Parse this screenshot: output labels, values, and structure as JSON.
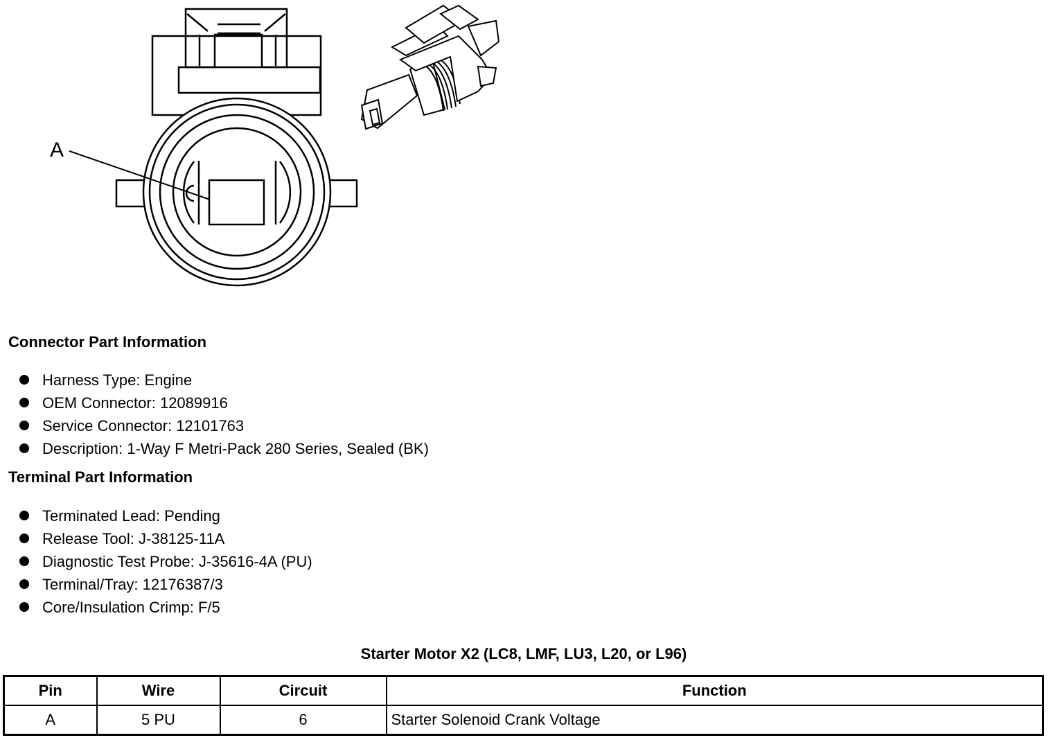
{
  "diagram": {
    "callout_label": "A"
  },
  "connector_section": {
    "heading": "Connector Part Information",
    "items": [
      "Harness Type: Engine",
      "OEM Connector: 12089916",
      "Service Connector: 12101763",
      "Description: 1-Way F Metri-Pack 280 Series, Sealed (BK)"
    ]
  },
  "terminal_section": {
    "heading": "Terminal Part Information",
    "items": [
      "Terminated Lead: Pending",
      "Release Tool: J-38125-11A",
      "Diagnostic Test Probe: J-35616-4A (PU)",
      "Terminal/Tray: 12176387/3",
      "Core/Insulation Crimp: F/5"
    ]
  },
  "pin_table": {
    "title": "Starter Motor X2 (LC8, LMF, LU3, L20, or L96)",
    "headers": [
      "Pin",
      "Wire",
      "Circuit",
      "Function"
    ],
    "rows": [
      [
        "A",
        "5 PU",
        "6",
        "Starter Solenoid Crank Voltage"
      ]
    ]
  }
}
